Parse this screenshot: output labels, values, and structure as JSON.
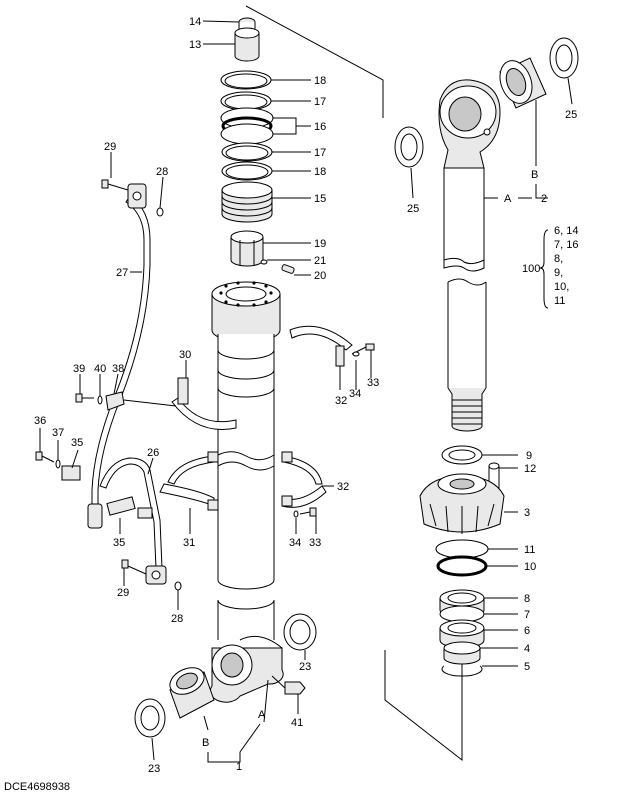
{
  "labels": {
    "n14a": "14",
    "n13a": "13",
    "n18a": "18",
    "n17a": "17",
    "n16": "16",
    "n17b": "17",
    "n18b": "18",
    "n15": "15",
    "n19": "19",
    "n21": "21",
    "n20": "20",
    "n29a": "29",
    "n28a": "28",
    "n27": "27",
    "n30": "30",
    "n33a": "33",
    "n34a": "34",
    "n32a": "32",
    "n39": "39",
    "n40": "40",
    "n38": "38",
    "n36": "36",
    "n37": "37",
    "n35a": "35",
    "n26": "26",
    "n32b": "32",
    "n31": "31",
    "n35b": "35",
    "n34b": "34",
    "n33b": "33",
    "n29b": "29",
    "n28b": "28",
    "n23a": "23",
    "n41": "41",
    "n23b": "23",
    "A_left": "A",
    "B_left": "B",
    "n1": "1",
    "n25a": "25",
    "n25b": "25",
    "B_right": "B",
    "A_right": "A",
    "n2": "2",
    "n9": "9",
    "n12": "12",
    "n3": "3",
    "n11": "11",
    "n10": "10",
    "n8": "8",
    "n7": "7",
    "n6": "6",
    "n4": "4",
    "n5": "5",
    "bracket_100": "100",
    "b1": "6, 14",
    "b2": "7, 16",
    "b3": "8,",
    "b4": "9,",
    "b5": "10,",
    "b6": "11",
    "code": "DCE4698938"
  }
}
